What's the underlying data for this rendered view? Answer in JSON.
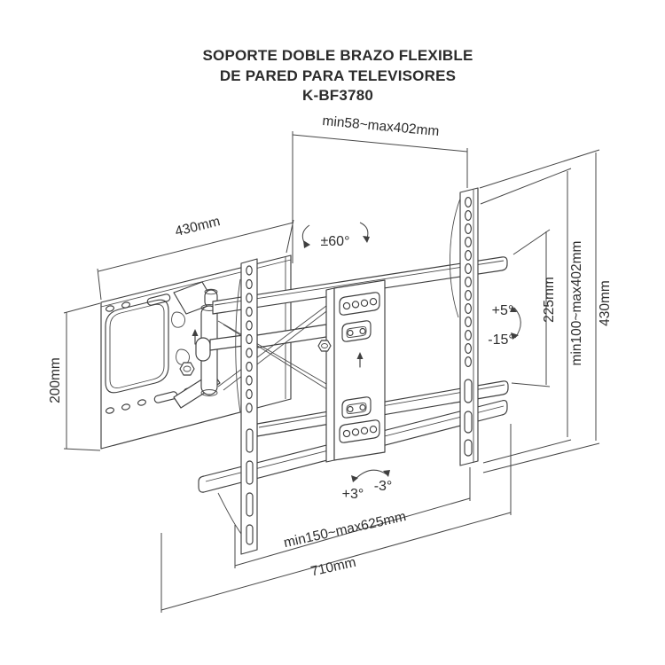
{
  "title": {
    "line1": "SOPORTE DOBLE BRAZO FLEXIBLE",
    "line2": "DE PARED PARA TELEVISORES",
    "model": "K-BF3780"
  },
  "dimensions": {
    "extension_depth": "min58~max402mm",
    "wall_plate_width": "430mm",
    "wall_plate_height": "200mm",
    "rail_gap": "225mm",
    "vesa_range": "min100~max402mm",
    "bracket_total_height": "430mm",
    "rail_span_range": "min150~max625mm",
    "total_width": "710mm"
  },
  "angles": {
    "swivel": "±60°",
    "tilt_up": "+5°",
    "tilt_down": "-15°",
    "roll_left": "+3°",
    "roll_right": "-3°"
  },
  "colors": {
    "line": "#3f3f3f",
    "text": "#2d2d2d",
    "background": "#ffffff"
  }
}
